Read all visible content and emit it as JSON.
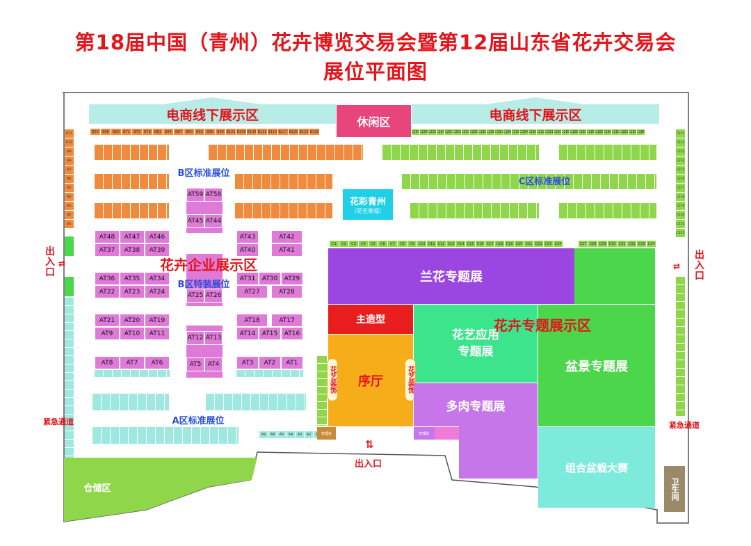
{
  "title_line1": "第18届中国（青州）花卉博览交易会暨第12届山东省花卉交易会",
  "title_line2": "展位平面图",
  "zones": {
    "ecommerce_left": "电商线下展示区",
    "ecommerce_right": "电商线下展示区",
    "leisure": "休闲区",
    "b_standard": "B区标准展位",
    "c_standard": "C区标准展位",
    "huacai": "花彩青州",
    "huacai_sub": "（花艺景观）",
    "enterprise": "花卉企业展示区",
    "b_special": "B区特装展位",
    "orchid": "兰花专题展",
    "main_model": "主造型",
    "theme_area": "花卉专题展示区",
    "floral_app": "花艺应用\n专题展",
    "bonsai": "盆景专题展",
    "hall": "序厅",
    "floral_deco_left": "花艺装饰",
    "floral_deco_right": "花艺装饰",
    "succulent": "多肉专题展",
    "combo_potted": "组合盆栽大赛",
    "a_standard": "A区标准展位",
    "storage": "仓储区",
    "toilet": "卫生间",
    "emergency_left": "紧急通道",
    "emergency_right": "紧急通道",
    "entrance_left": "出入口",
    "entrance_right": "出入口",
    "entrance_bottom": "出入口",
    "mgmt_left": "管理处",
    "mgmt_right": "管理处"
  },
  "top_row_labels": [
    "B63",
    "B66",
    "B69",
    "B72",
    "B75",
    "B78",
    "B81",
    "B84",
    "B87",
    "B90",
    "B93",
    "B96",
    "B99",
    "B102",
    "B105",
    "B108",
    "B111",
    "B114",
    "B117",
    "B120",
    "B123",
    "B126"
  ],
  "c_top_labels": [
    "C207",
    "C206",
    "C205",
    "C204",
    "C203",
    "C202",
    "C201",
    "C200",
    "C199",
    "C198",
    "C197",
    "C196",
    "C195",
    "C194",
    "C193",
    "C192",
    "C191",
    "C190",
    "C189",
    "C188",
    "C187",
    "C186",
    "C185",
    "C184",
    "C183",
    "C182",
    "C181",
    "C180"
  ],
  "c_row_labels": [
    "C1",
    "C2",
    "C3",
    "C4",
    "C5",
    "C6",
    "C7",
    "C8",
    "C9",
    "C10",
    "C11",
    "C12",
    "C13",
    "C14",
    "C15",
    "C16",
    "C17",
    "C18",
    "C19",
    "C20",
    "C21",
    "C22",
    "C23",
    "C24"
  ],
  "c_row_labels2": [
    "C27",
    "C28",
    "C29",
    "C30",
    "C31",
    "C32",
    "C33",
    "C34"
  ],
  "a_row_bottom": [
    "A9",
    "A8",
    "A5",
    "A4",
    "A3",
    "A2",
    "A1"
  ],
  "at_booths": {
    "r1": [
      "AT48",
      "AT47",
      "AT46"
    ],
    "r2": [
      "AT37",
      "AT38",
      "AT39"
    ],
    "r3": [
      "AT36",
      "AT35",
      "AT34"
    ],
    "r4": [
      "AT22",
      "AT23",
      "AT24"
    ],
    "r5": [
      "AT21",
      "AT20",
      "AT19"
    ],
    "r6": [
      "AT9",
      "AT10",
      "AT11"
    ],
    "r7": [
      "AT8",
      "AT7",
      "AT6"
    ],
    "m1": [
      "AT43",
      "AT42"
    ],
    "m2": [
      "AT40",
      "AT41"
    ],
    "m3": [
      "AT31",
      "AT30",
      "AT29"
    ],
    "m4": [
      "AT27",
      "AT28"
    ],
    "m5": [
      "AT18",
      "AT17"
    ],
    "m6": [
      "AT14",
      "AT15",
      "AT16"
    ],
    "m7": [
      "AT3",
      "AT2",
      "AT1"
    ],
    "c1": [
      "AT59",
      "AT58"
    ],
    "c2": [
      "AT45",
      "AT44"
    ],
    "c3": [
      "AT25",
      "AT26"
    ],
    "c4": [
      "AT12",
      "AT13"
    ],
    "c5": [
      "AT5",
      "AT4"
    ]
  },
  "left_col_labels": [
    "B11",
    "B10",
    "B9",
    "B8",
    "B7",
    "B6",
    "B5",
    "B4",
    "B3",
    "B2",
    "B1"
  ],
  "right_col_labels": [
    "C211",
    "C212",
    "C213",
    "C214",
    "C215",
    "C216",
    "C217",
    "C218",
    "C219",
    "C220",
    "C221",
    "C222"
  ],
  "colors": {
    "title": "#e3151b",
    "orange_booth": "#f08a3c",
    "green_booth": "#8fd64a",
    "cyan_booth": "#9fe8e0",
    "magenta_booth": "#e07ad8",
    "orchid": "#9b46e0",
    "main_model": "#e81e1e",
    "hall": "#f5ae1a",
    "floral_app": "#3ce48c",
    "bonsai": "#4bd64b",
    "succulent": "#c676e8",
    "combo": "#7eeadc",
    "storage": "#8fd64a"
  }
}
